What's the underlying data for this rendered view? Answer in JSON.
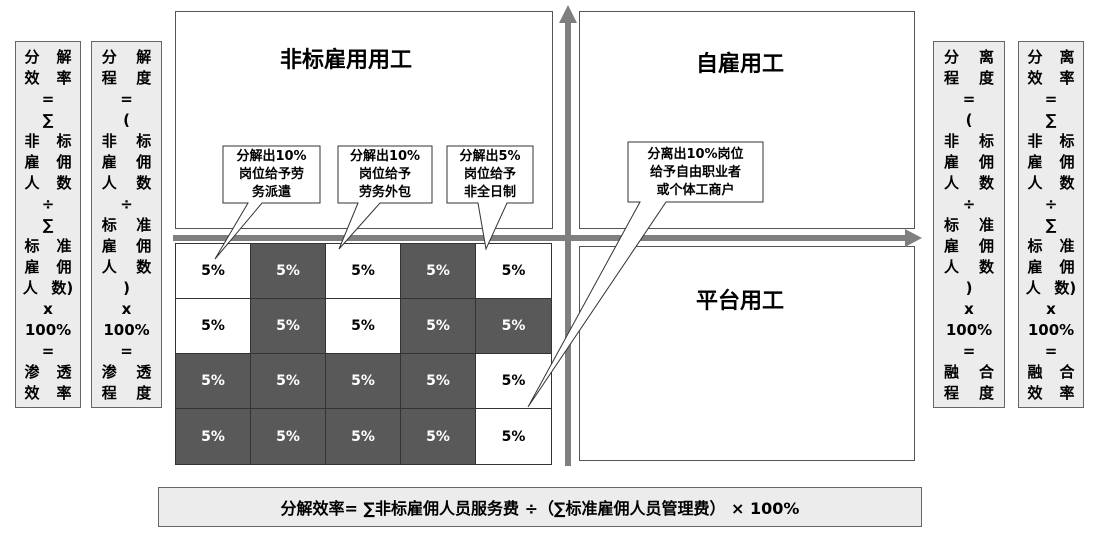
{
  "quadrants": {
    "top_left": "非标雇用用工",
    "top_right": "自雇用工",
    "bottom_right": "平台用工"
  },
  "callouts": {
    "c1": [
      "分解出10%",
      "岗位给予劳",
      "务派遣"
    ],
    "c2": [
      "分解出10%",
      "岗位给予",
      "劳务外包"
    ],
    "c3": [
      "分解出5%",
      "岗位给予",
      "非全日制"
    ],
    "c4": [
      "分离出10%岗位",
      "给予自由职业者",
      "或个体工商户"
    ]
  },
  "grid": {
    "rows": [
      [
        {
          "v": "5%",
          "dark": false
        },
        {
          "v": "5%",
          "dark": true
        },
        {
          "v": "5%",
          "dark": false
        },
        {
          "v": "5%",
          "dark": true
        },
        {
          "v": "5%",
          "dark": false
        }
      ],
      [
        {
          "v": "5%",
          "dark": false
        },
        {
          "v": "5%",
          "dark": true
        },
        {
          "v": "5%",
          "dark": false
        },
        {
          "v": "5%",
          "dark": true
        },
        {
          "v": "5%",
          "dark": true
        }
      ],
      [
        {
          "v": "5%",
          "dark": true
        },
        {
          "v": "5%",
          "dark": true
        },
        {
          "v": "5%",
          "dark": true
        },
        {
          "v": "5%",
          "dark": true
        },
        {
          "v": "5%",
          "dark": false
        }
      ],
      [
        {
          "v": "5%",
          "dark": true
        },
        {
          "v": "5%",
          "dark": true
        },
        {
          "v": "5%",
          "dark": true
        },
        {
          "v": "5%",
          "dark": true
        },
        {
          "v": "5%",
          "dark": false
        }
      ]
    ]
  },
  "side_panels": {
    "p1": [
      [
        "分",
        "解"
      ],
      [
        "效",
        "率"
      ],
      [
        "="
      ],
      [
        "∑"
      ],
      [
        "非",
        "标"
      ],
      [
        "雇",
        "佣"
      ],
      [
        "人",
        "数"
      ],
      [
        "÷"
      ],
      [
        "∑"
      ],
      [
        "标",
        "准"
      ],
      [
        "雇",
        "佣"
      ],
      [
        "人",
        "数)"
      ],
      [
        "x"
      ],
      [
        "100%"
      ],
      [
        "="
      ],
      [
        "渗",
        "透"
      ],
      [
        "效",
        "率"
      ]
    ],
    "p2": [
      [
        "分",
        "解"
      ],
      [
        "程",
        "度"
      ],
      [
        "="
      ],
      [
        "("
      ],
      [
        "非",
        "标"
      ],
      [
        "雇",
        "佣"
      ],
      [
        "人",
        "数"
      ],
      [
        "÷"
      ],
      [
        "标",
        "准"
      ],
      [
        "雇",
        "佣"
      ],
      [
        "人",
        "数"
      ],
      [
        ")"
      ],
      [
        "x"
      ],
      [
        "100%"
      ],
      [
        "="
      ],
      [
        "渗",
        "透"
      ],
      [
        "程",
        "度"
      ]
    ],
    "p3": [
      [
        "分",
        "离"
      ],
      [
        "程",
        "度"
      ],
      [
        "="
      ],
      [
        "("
      ],
      [
        "非",
        "标"
      ],
      [
        "雇",
        "佣"
      ],
      [
        "人",
        "数"
      ],
      [
        "÷"
      ],
      [
        "标",
        "准"
      ],
      [
        "雇",
        "佣"
      ],
      [
        "人",
        "数"
      ],
      [
        ")"
      ],
      [
        "x"
      ],
      [
        "100%"
      ],
      [
        "="
      ],
      [
        "融",
        "合"
      ],
      [
        "程",
        "度"
      ]
    ],
    "p4": [
      [
        "分",
        "离"
      ],
      [
        "效",
        "率"
      ],
      [
        "="
      ],
      [
        "∑"
      ],
      [
        "非",
        "标"
      ],
      [
        "雇",
        "佣"
      ],
      [
        "人",
        "数"
      ],
      [
        "÷"
      ],
      [
        "∑"
      ],
      [
        "标",
        "准"
      ],
      [
        "雇",
        "佣"
      ],
      [
        "人",
        "数)"
      ],
      [
        "x"
      ],
      [
        "100%"
      ],
      [
        "="
      ],
      [
        "融",
        "合"
      ],
      [
        "效",
        "率"
      ]
    ]
  },
  "formula": "分解效率= ∑非标雇佣人员服务费 ÷（∑标准雇佣人员管理费） × 100%",
  "colors": {
    "dark_cell": "#595959",
    "panel_bg": "#ececec",
    "axis": "#7f7f7f"
  }
}
